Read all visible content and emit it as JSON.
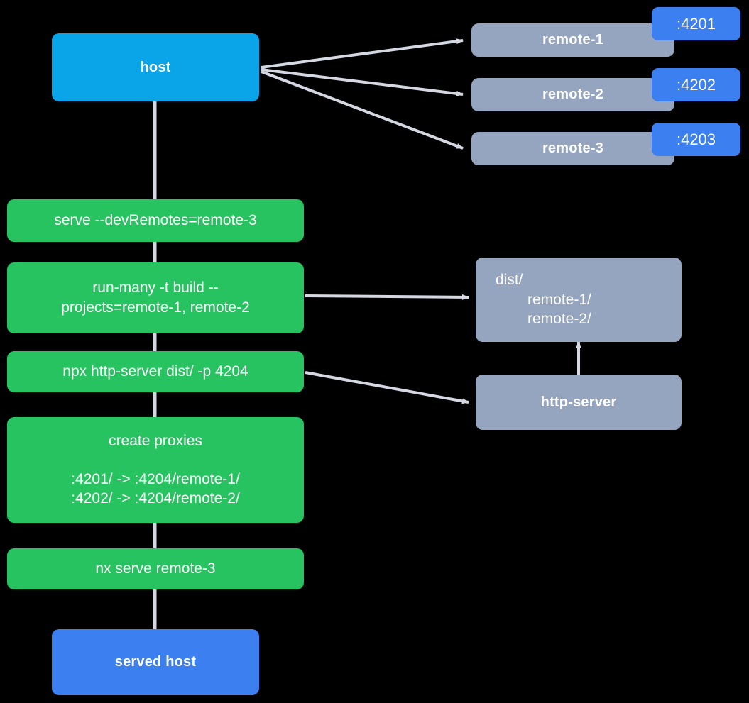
{
  "diagram": {
    "title": "host and remotes dev-serve flow",
    "background_color": "#000000",
    "colors": {
      "host": "#0aa5e9",
      "served_host": "#3b7ff0",
      "command": "#27c360",
      "remote": "#95a5c0",
      "badge": "#3b7ff0",
      "edge": "#d4d8e3"
    }
  },
  "nodes": {
    "host": {
      "label": "host"
    },
    "served_host": {
      "label": "served host"
    },
    "remotes": [
      {
        "label": "remote-1",
        "port_badge": ":4201"
      },
      {
        "label": "remote-2",
        "port_badge": ":4202"
      },
      {
        "label": "remote-3",
        "port_badge": ":4203"
      }
    ],
    "commands": [
      {
        "id": "serve",
        "lines": [
          "serve --devRemotes=remote-3"
        ]
      },
      {
        "id": "run-many",
        "lines": [
          "run-many -t build --",
          "projects=remote-1, remote-2"
        ]
      },
      {
        "id": "npx-http-server",
        "lines": [
          "npx http-server dist/ -p 4204"
        ]
      },
      {
        "id": "create-proxies",
        "lines": [
          "create proxies"
        ],
        "detail_lines": [
          ":4201/ -> :4204/remote-1/",
          ":4202/ -> :4204/remote-2/"
        ]
      },
      {
        "id": "nx-serve-remote-3",
        "lines": [
          "nx serve remote-3"
        ]
      }
    ],
    "dist": {
      "id": "dist",
      "lines": [
        "dist/",
        "remote-1/",
        "remote-2/"
      ]
    },
    "http_server": {
      "label": "http-server"
    }
  },
  "edges": [
    {
      "from": "host",
      "to": "remote-1",
      "kind": "arrow"
    },
    {
      "from": "host",
      "to": "remote-2",
      "kind": "arrow"
    },
    {
      "from": "host",
      "to": "remote-3",
      "kind": "arrow"
    },
    {
      "from": "host",
      "to": "serve",
      "kind": "line"
    },
    {
      "from": "serve",
      "to": "run-many",
      "kind": "line"
    },
    {
      "from": "run-many",
      "to": "npx-http-server",
      "kind": "line"
    },
    {
      "from": "npx-http-server",
      "to": "create-proxies",
      "kind": "line"
    },
    {
      "from": "create-proxies",
      "to": "nx-serve-remote-3",
      "kind": "line"
    },
    {
      "from": "nx-serve-remote-3",
      "to": "served host",
      "kind": "line"
    },
    {
      "from": "run-many",
      "to": "dist",
      "kind": "arrow"
    },
    {
      "from": "npx-http-server",
      "to": "http-server",
      "kind": "arrow"
    },
    {
      "from": "http-server",
      "to": "dist",
      "kind": "arrow"
    }
  ]
}
